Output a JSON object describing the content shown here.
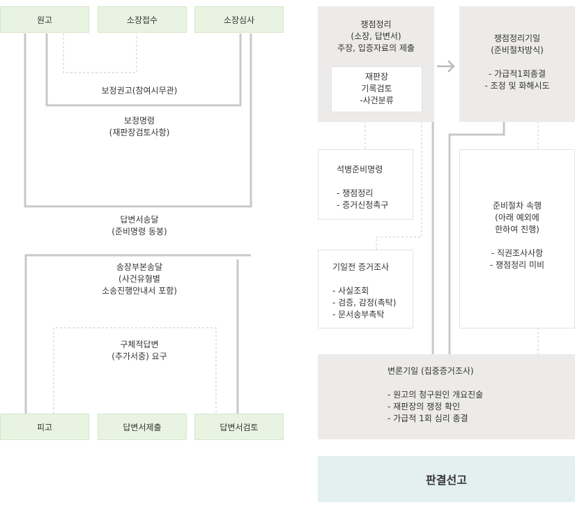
{
  "left_flow": {
    "top_boxes": [
      "원고",
      "소장접수",
      "소장심사"
    ],
    "bottom_boxes": [
      "피고",
      "답변서제출",
      "답변서검토"
    ],
    "labels": {
      "boejung_gwongo": "보정권고(참여시무관)",
      "boejung_myeongryeong": [
        "보정명령",
        "(재판장검토사항)"
      ],
      "dapbyeonseo_songdal": [
        "답변서송달",
        "(준비명령 동봉)"
      ],
      "sojang_bubon_songdal": [
        "송장부본송달",
        "(사건유형별",
        "소송진행안내서 포함)"
      ],
      "guchejeok_dapbyeon": [
        "구체적답변",
        "(추가서중) 요구"
      ]
    }
  },
  "right_flow": {
    "jaengjeom_jeongni": {
      "title_lines": [
        "쟁점정리",
        "(소장, 답변서)",
        "주장, 입증자료의 제출"
      ],
      "inner_lines": [
        "재판장",
        "기록검토",
        "-사건분류"
      ]
    },
    "jaengjeom_giil": {
      "title_lines": [
        "쟁점정리기일",
        "(준비절차방식)"
      ],
      "items": [
        "- 가급적1회종결",
        "- 조정 및 화해시도"
      ]
    },
    "seokbyeong": {
      "title": "석병준비명령",
      "items": [
        "- 쟁점정리",
        "- 증거신청촉구"
      ]
    },
    "giiljeon": {
      "title": "기일전 증거조사",
      "items": [
        "- 사실조회",
        "- 검증, 감정(촉탁)",
        "- 문서송부촉탁"
      ]
    },
    "junbi_jeolcha": {
      "title_lines": [
        "준비절차 속행",
        "(아래 예외에",
        "한하여 진행)"
      ],
      "items": [
        "- 직권조사사항",
        "- 쟁점정리 미비"
      ]
    },
    "byeonron_giil": {
      "title": "변론기일 (집중증거조사)",
      "items": [
        "- 원고의 청구원인 개요진술",
        "- 재판장의 쟁정 확인",
        "- 가급적 1회 심리 종결"
      ]
    },
    "final": "판결선고"
  },
  "colors": {
    "green_box": "#e9f3e2",
    "gray_box": "#ecebe9",
    "final_box": "#e4efef",
    "line": "#cccccc",
    "arrow": "#bbbbbb"
  }
}
